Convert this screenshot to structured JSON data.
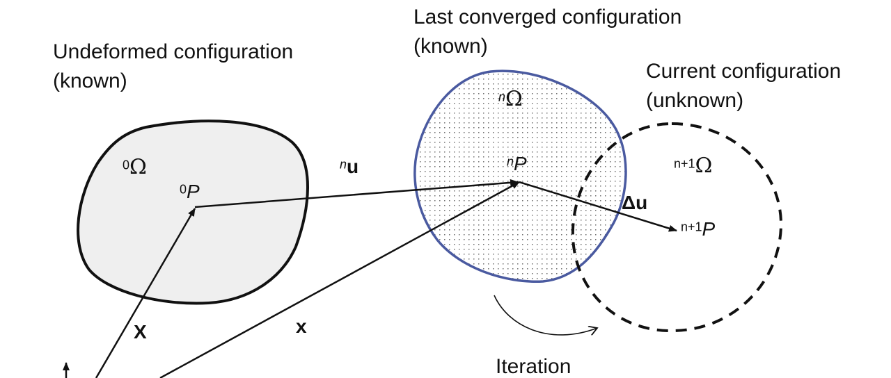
{
  "configurations": {
    "undeformed": {
      "title": "Undeformed configuration",
      "status": "(known)",
      "domain_symbol": "Ω",
      "domain_index": "0",
      "point_symbol": "P",
      "point_index": "0"
    },
    "last_converged": {
      "title": "Last converged configuration",
      "status": "(known)",
      "domain_symbol": "Ω",
      "domain_index": "n",
      "point_symbol": "P",
      "point_index": "n"
    },
    "current": {
      "title": "Current configuration",
      "status": "(unknown)",
      "domain_symbol": "Ω",
      "domain_index": "n+1",
      "point_symbol": "P",
      "point_index": "n+1"
    }
  },
  "vectors": {
    "displacement": {
      "symbol": "u",
      "index": "n"
    },
    "increment": {
      "symbol": "Δu"
    },
    "reference_position": {
      "symbol": "X"
    },
    "current_position": {
      "symbol": "x"
    }
  },
  "iteration_label": "Iteration",
  "colors": {
    "undeformed_fill": "#efefef",
    "converged_outline": "#4a5aa0",
    "stroke": "#111111"
  }
}
